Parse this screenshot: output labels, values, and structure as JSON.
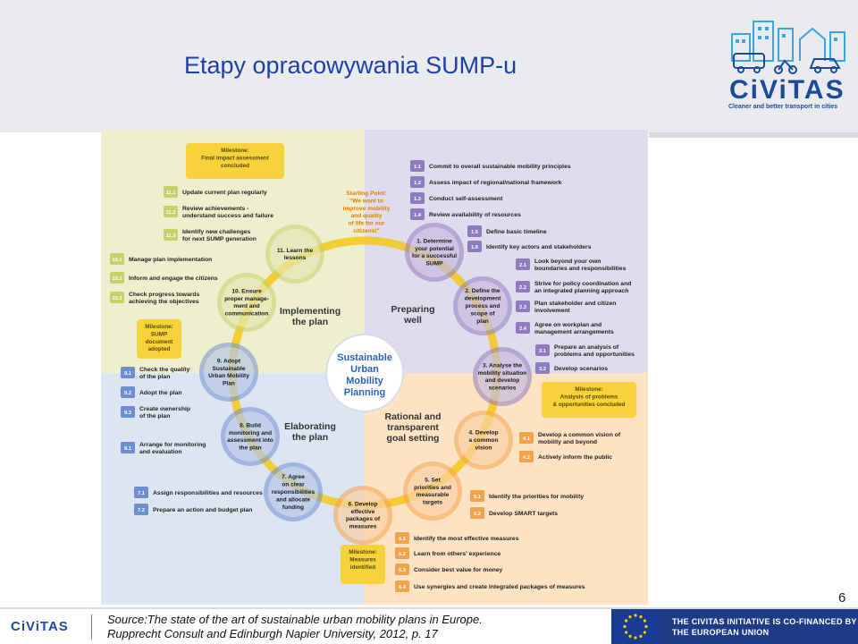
{
  "header": {
    "title": "Etapy opracowywania SUMP-u",
    "logo_text": "CiViTAS",
    "logo_tagline": "Cleaner and better transport in cities"
  },
  "diagram": {
    "center": [
      "Sustainable",
      "Urban",
      "Mobility",
      "Planning"
    ],
    "quadrants": [
      {
        "name": "q-preparing",
        "lines": [
          "Preparing",
          "well"
        ]
      },
      {
        "name": "q-rational",
        "lines": [
          "Rational and",
          "transparent",
          "goal setting"
        ]
      },
      {
        "name": "q-elaborating",
        "lines": [
          "Elaborating",
          "the plan"
        ]
      },
      {
        "name": "q-implementing",
        "lines": [
          "Implementing",
          "the plan"
        ]
      }
    ],
    "starting_point": [
      "Starting Point:",
      "\"We want to",
      "improve mobility",
      "and quality",
      "of life for our",
      "citizens!\""
    ],
    "milestones": [
      {
        "name": "milestone-final",
        "lines": [
          "Milestone:",
          "Final impact assessment",
          "concluded"
        ]
      },
      {
        "name": "milestone-sump-adopted",
        "lines": [
          "Milestone:",
          "SUMP",
          "document",
          "adopted"
        ]
      },
      {
        "name": "milestone-analysis",
        "lines": [
          "Milestone:",
          "Analysis of problems",
          "& opportunities concluded"
        ]
      },
      {
        "name": "milestone-measures",
        "lines": [
          "Milestone:",
          "Measures",
          "identified"
        ]
      }
    ],
    "steps": [
      {
        "num": "1",
        "lines": [
          "1. Determine",
          "your potential",
          "for a successful",
          "SUMP"
        ]
      },
      {
        "num": "2",
        "lines": [
          "2. Define the",
          "development",
          "process and",
          "scope of",
          "plan"
        ]
      },
      {
        "num": "3",
        "lines": [
          "3. Analyse the",
          "mobility situation",
          "and develop",
          "scenarios"
        ]
      },
      {
        "num": "4",
        "lines": [
          "4. Develop",
          "a common",
          "vision"
        ]
      },
      {
        "num": "5",
        "lines": [
          "5. Set",
          "priorities and",
          "measurable",
          "targets"
        ]
      },
      {
        "num": "6",
        "lines": [
          "6. Develop",
          "effective",
          "packages of",
          "measures"
        ]
      },
      {
        "num": "7",
        "lines": [
          "7. Agree",
          "on clear",
          "responsibilities",
          "and allocate",
          "funding"
        ]
      },
      {
        "num": "8",
        "lines": [
          "8. Build",
          "monitoring and",
          "assessment into",
          "the plan"
        ]
      },
      {
        "num": "9",
        "lines": [
          "9. Adopt",
          "Sustainable",
          "Urban Mobility",
          "Plan"
        ]
      },
      {
        "num": "10",
        "lines": [
          "10. Ensure",
          "proper manage-",
          "ment and",
          "communication"
        ]
      },
      {
        "num": "11",
        "lines": [
          "11. Learn the",
          "lessons"
        ]
      }
    ],
    "activities": [
      {
        "code": "1.1",
        "lines": [
          "Commit to overall sustainable mobility principles"
        ]
      },
      {
        "code": "1.2",
        "lines": [
          "Assess impact of regional/national framework"
        ]
      },
      {
        "code": "1.3",
        "lines": [
          "Conduct self-assessment"
        ]
      },
      {
        "code": "1.4",
        "lines": [
          "Review availability of resources"
        ]
      },
      {
        "code": "1.5",
        "lines": [
          "Define basic timeline"
        ]
      },
      {
        "code": "1.6",
        "lines": [
          "Identify key actors and stakeholders"
        ]
      },
      {
        "code": "2.1",
        "lines": [
          "Look beyond your own",
          "boundaries and responsibilities"
        ]
      },
      {
        "code": "2.2",
        "lines": [
          "Strive for policy coordination and",
          "an integrated planning approach"
        ]
      },
      {
        "code": "2.3",
        "lines": [
          "Plan stakeholder and citizen",
          "involvement"
        ]
      },
      {
        "code": "2.4",
        "lines": [
          "Agree on workplan and",
          "management arrangements"
        ]
      },
      {
        "code": "3.1",
        "lines": [
          "Prepare an analysis of",
          "problems and opportunities"
        ]
      },
      {
        "code": "3.2",
        "lines": [
          "Develop scenarios"
        ]
      },
      {
        "code": "4.1",
        "lines": [
          "Develop a common vision of",
          "mobility and beyond"
        ]
      },
      {
        "code": "4.2",
        "lines": [
          "Actively inform the public"
        ]
      },
      {
        "code": "5.1",
        "lines": [
          "Identify the priorities for mobility"
        ]
      },
      {
        "code": "5.2",
        "lines": [
          "Develop SMART targets"
        ]
      },
      {
        "code": "6.1",
        "lines": [
          "Identify the most effective measures"
        ]
      },
      {
        "code": "6.2",
        "lines": [
          "Learn from others' experience"
        ]
      },
      {
        "code": "6.3",
        "lines": [
          "Consider best value for money"
        ]
      },
      {
        "code": "6.4",
        "lines": [
          "Use synergies and create integrated packages of measures"
        ]
      },
      {
        "code": "7.1",
        "lines": [
          "Assign responsibilities and resources"
        ]
      },
      {
        "code": "7.2",
        "lines": [
          "Prepare an action and budget plan"
        ]
      },
      {
        "code": "8.1",
        "lines": [
          "Arrange for monitoring",
          "and evaluation"
        ]
      },
      {
        "code": "9.1",
        "lines": [
          "Check the quality",
          "of the plan"
        ]
      },
      {
        "code": "9.2",
        "lines": [
          "Adopt the plan"
        ]
      },
      {
        "code": "9.3",
        "lines": [
          "Create ownership",
          "of the plan"
        ]
      },
      {
        "code": "10.1",
        "lines": [
          "Manage plan implementation"
        ]
      },
      {
        "code": "10.2",
        "lines": [
          "Inform and engage the citizens"
        ]
      },
      {
        "code": "10.3",
        "lines": [
          "Check progress towards",
          "achieving the objectives"
        ]
      },
      {
        "code": "11.1",
        "lines": [
          "Update current plan regularly"
        ]
      },
      {
        "code": "11.2",
        "lines": [
          "Review achievements -",
          "understand success and failure"
        ]
      },
      {
        "code": "11.3",
        "lines": [
          "Identify new challenges",
          "for next SUMP generation"
        ]
      }
    ]
  },
  "footer": {
    "page_number": "6",
    "logo_text": "CiViTAS",
    "caption_line1": "Source:The state of the art of sustainable urban mobility plans in Europe.",
    "caption_line2": "Rupprecht Consult and Edinburgh Napier University, 2012, p. 17",
    "eu_line1": "THE CIVITAS INITIATIVE IS CO-FINANCED BY",
    "eu_line2": "THE EUROPEAN UNION"
  },
  "colors": {
    "title": "#1f3fa8",
    "brand_blue": "#1d4a9a",
    "quad_preparing": "#dfdcee",
    "quad_rational": "#fde2c4",
    "quad_elaborating": "#dde5f2",
    "quad_implementing": "#eeefcf",
    "circle_purple": "#8e7cc0",
    "circle_orange": "#f3a24c",
    "circle_blue": "#6d8ed0",
    "circle_olive": "#c8d06a",
    "milestone_yellow": "#f7d23a",
    "eu_blue": "#1f3a87"
  }
}
